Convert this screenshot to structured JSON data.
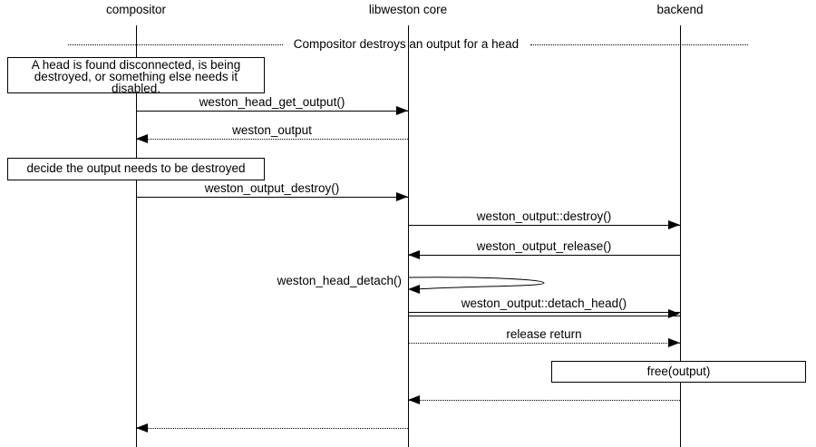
{
  "colors": {
    "background": "#ffffff",
    "line": "#000000",
    "text": "#000000"
  },
  "actors": [
    {
      "label": "compositor"
    },
    {
      "label": "libweston core"
    },
    {
      "label": "backend"
    }
  ],
  "divider": {
    "label": "Compositor destroys an output for a head"
  },
  "notes": [
    {
      "lines": [
        "A head is found disconnected, is being",
        "destroyed, or something else needs it",
        "disabled."
      ]
    },
    {
      "lines": [
        "decide the output needs to be destroyed"
      ]
    }
  ],
  "action_box": {
    "label": "free(output)"
  },
  "messages": [
    {
      "label": "weston_head_get_output()",
      "from": "compositor",
      "to": "libweston core",
      "kind": "call"
    },
    {
      "label": "weston_output",
      "from": "libweston core",
      "to": "compositor",
      "kind": "return"
    },
    {
      "label": "weston_output_destroy()",
      "from": "compositor",
      "to": "libweston core",
      "kind": "call"
    },
    {
      "label": "weston_output::destroy()",
      "from": "libweston core",
      "to": "backend",
      "kind": "call"
    },
    {
      "label": "weston_output_release()",
      "from": "backend",
      "to": "libweston core",
      "kind": "call"
    },
    {
      "label": "weston_head_detach()",
      "from": "libweston core",
      "to": "libweston core",
      "kind": "self-call"
    },
    {
      "label": "weston_output::detach_head()",
      "from": "libweston core",
      "to": "backend",
      "kind": "method-call"
    },
    {
      "label": "release return",
      "from": "libweston core",
      "to": "backend",
      "kind": "return"
    },
    {
      "label": "",
      "from": "backend",
      "to": "libweston core",
      "kind": "return"
    },
    {
      "label": "",
      "from": "libweston core",
      "to": "compositor",
      "kind": "return"
    }
  ]
}
